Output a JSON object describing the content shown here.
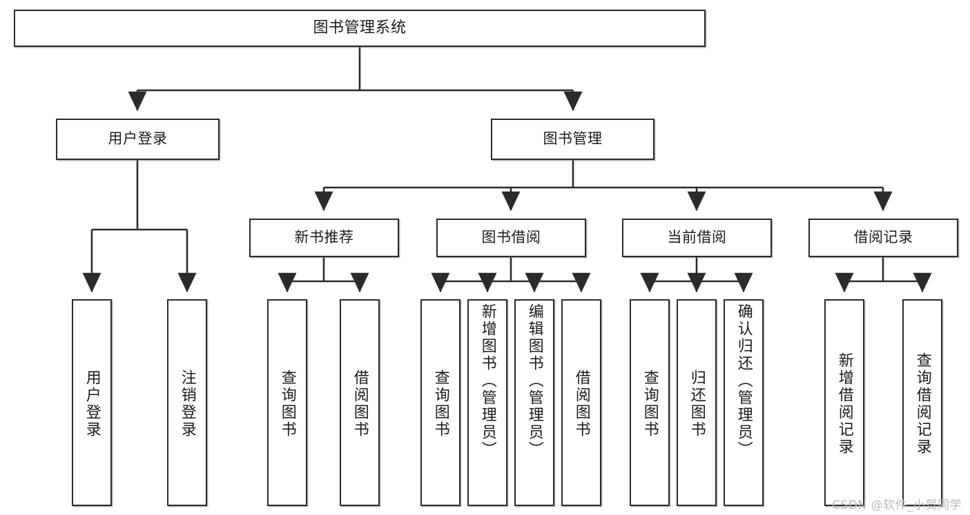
{
  "diagram": {
    "title": "图书管理系统",
    "type": "hierarchy-tree",
    "orientation": "top-down",
    "colors": {
      "box_border": "#2b2b2b",
      "box_fill": "#ffffff",
      "connector": "#2b2b2b",
      "watermark": "#b9b9b9",
      "background": "#ffffff"
    }
  },
  "root": {
    "label": "图书管理系统"
  },
  "level2": [
    {
      "label": "用户登录"
    },
    {
      "label": "图书管理"
    }
  ],
  "level3": [
    {
      "label": "新书推荐"
    },
    {
      "label": "图书借阅"
    },
    {
      "label": "当前借阅"
    },
    {
      "label": "借阅记录"
    }
  ],
  "leaves": {
    "user_login": [
      {
        "label": "用户登录"
      },
      {
        "label": "注销登录"
      }
    ],
    "new_book_recommend": [
      {
        "label": "查询图书"
      },
      {
        "label": "借阅图书"
      }
    ],
    "book_borrow": [
      {
        "label": "查询图书"
      },
      {
        "label": "新增图书（管理员）"
      },
      {
        "label": "编辑图书（管理员）"
      },
      {
        "label": "借阅图书"
      }
    ],
    "current_borrow": [
      {
        "label": "查询图书"
      },
      {
        "label": "归还图书"
      },
      {
        "label": "确认归还（管理员）"
      }
    ],
    "borrow_record": [
      {
        "label": "新增借阅记录"
      },
      {
        "label": "查询借阅记录"
      }
    ]
  },
  "watermark": {
    "text": "CSDN @软件_小贺同学"
  }
}
